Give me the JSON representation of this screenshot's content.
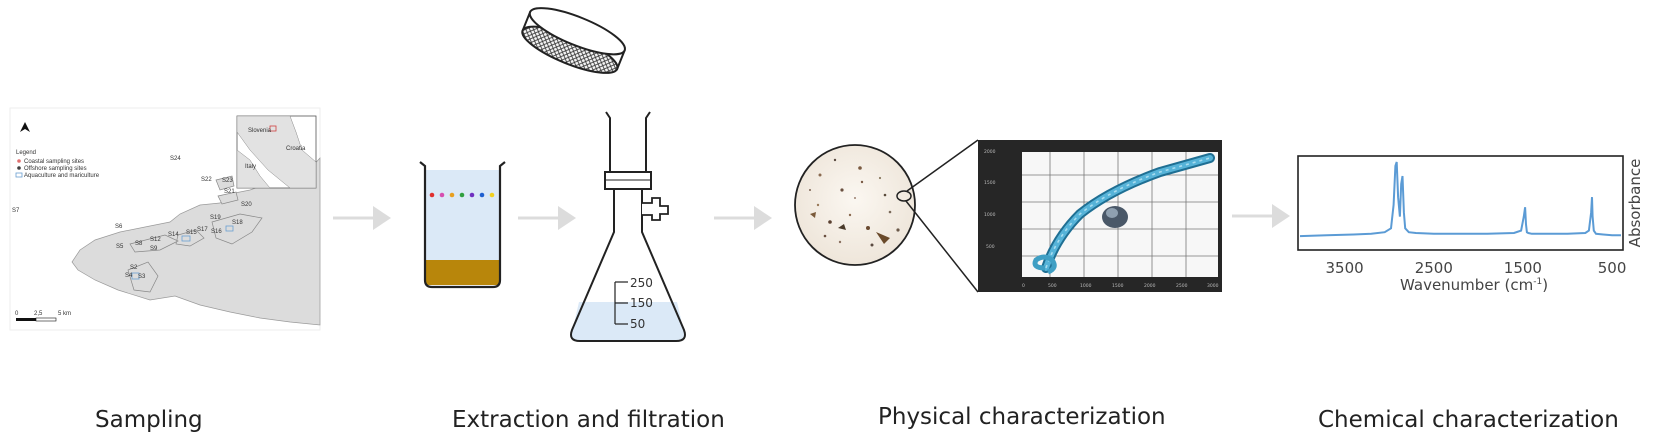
{
  "stages": [
    {
      "label": "Sampling"
    },
    {
      "label": "Extraction and filtration"
    },
    {
      "label": "Physical characterization"
    },
    {
      "label": "Chemical characterization"
    }
  ],
  "map": {
    "legend_title": "Legend",
    "legend_items": [
      "Coastal sampling sites",
      "Offshore sampling sites",
      "Aquaculture and mariculture"
    ],
    "site_labels": [
      "S24",
      "S22",
      "S23",
      "S21",
      "S20",
      "S19",
      "S18",
      "S17",
      "S16",
      "S15",
      "S14",
      "S12",
      "S9",
      "S8",
      "S7",
      "S6",
      "S5",
      "S4",
      "S3",
      "S2"
    ],
    "scale_labels": [
      "0",
      "2,5",
      "5 km"
    ]
  },
  "flask": {
    "graduations": [
      "250",
      "150",
      "50"
    ]
  },
  "micrograph": {
    "y_ticks": [
      "2000",
      "1500",
      "1000",
      "500"
    ],
    "x_ticks": [
      "0",
      "500",
      "1000",
      "1500",
      "2000",
      "2500",
      "3000"
    ]
  },
  "spectrum": {
    "ylabel": "Absorbance",
    "xlabel_prefix": "Wavenumber (cm",
    "xlabel_sup": "-1",
    "xlabel_suffix": ")",
    "x_ticks": [
      "3500",
      "2500",
      "1500",
      "500"
    ]
  },
  "colors": {
    "arrow": "#dcdcdc",
    "spectrum_line": "#5b9bd5",
    "sediment": "#b8860b",
    "water": "#dbe9f7",
    "fiber": "#3f9fc4"
  },
  "chart_data": {
    "type": "line",
    "title": "",
    "xlabel": "Wavenumber (cm-1)",
    "ylabel": "Absorbance",
    "xlim": [
      4000,
      400
    ],
    "x_ticks": [
      3500,
      2500,
      1500,
      500
    ],
    "series": [
      {
        "x": [
          4000,
          3700,
          3400,
          3200,
          3050,
          2980,
          2950,
          2930,
          2915,
          2900,
          2880,
          2865,
          2850,
          2835,
          2820,
          2780,
          2700,
          2500,
          2200,
          1900,
          1600,
          1520,
          1490,
          1475,
          1465,
          1455,
          1440,
          1400,
          1200,
          1000,
          800,
          760,
          735,
          725,
          718,
          705,
          680,
          600,
          500,
          400
        ],
        "y": [
          0.05,
          0.06,
          0.07,
          0.08,
          0.1,
          0.15,
          0.45,
          0.95,
          1.0,
          0.55,
          0.3,
          0.72,
          0.82,
          0.35,
          0.15,
          0.1,
          0.09,
          0.08,
          0.08,
          0.08,
          0.09,
          0.12,
          0.3,
          0.42,
          0.2,
          0.1,
          0.09,
          0.08,
          0.08,
          0.08,
          0.09,
          0.12,
          0.35,
          0.55,
          0.3,
          0.12,
          0.08,
          0.07,
          0.06,
          0.06
        ]
      }
    ]
  }
}
